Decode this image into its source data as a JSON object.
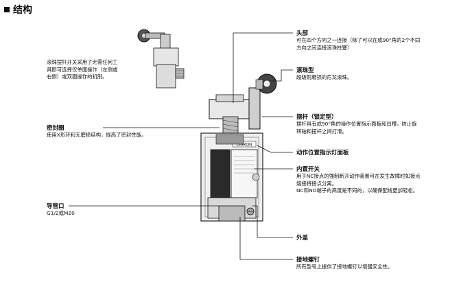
{
  "heading": "结构",
  "intro": [
    "滚珠摆杆开关采用了无需任何工",
    "具即可选择仅单面操作（左侧或",
    "右侧）或双面操作的机制。"
  ],
  "callouts": {
    "head": {
      "title": "头部",
      "desc": [
        "可在四个方向之一连接（除了可以在成90°角的2个不同",
        "方向之间连接滚珠柱塞）"
      ]
    },
    "roller": {
      "title": "滚珠型",
      "desc": [
        "超级耐磨损的尼龙滚珠。"
      ]
    },
    "lever": {
      "title": "摆杆（锁定型）",
      "desc": [
        "摆杆具有成90°角的操作位置指示面板和凹槽，防止旋",
        "转轴和摆杆之间打滑。"
      ]
    },
    "indicator": {
      "title": "动作位置指示灯面板"
    },
    "switch": {
      "title": "内置开关",
      "desc": [
        "用于NC接点的强制断开动作装置可在发生故障时如接点",
        "熔接将接点分离。",
        "NC和NO端子的高度是不同的，以确保配线更加轻松。"
      ]
    },
    "cover": {
      "title": "外盖"
    },
    "ground": {
      "title": "接地螺钉",
      "desc": [
        "所有型号上提供了接地螺钉以增强安全性。"
      ]
    },
    "seal": {
      "title": "密封圈",
      "desc": [
        "使用X形环和无磨损结构，提高了密封性能。"
      ]
    },
    "conduit": {
      "title": "导管口",
      "desc": [
        "G1/2或M20"
      ]
    }
  },
  "brand_mark": "OMRON",
  "colors": {
    "text": "#111111",
    "line": "#111111",
    "body_fill": "#efefef",
    "dark_part": "#2a2a2a"
  }
}
